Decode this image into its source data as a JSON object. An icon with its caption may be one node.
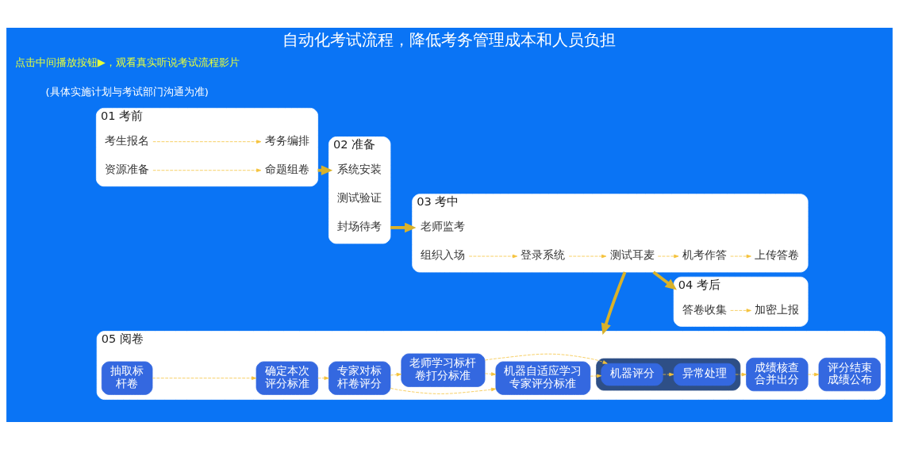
{
  "diagram": {
    "title": "自动化考试流程，降低考务管理成本和人员负担",
    "nodes": [
      {
        "text": [
          "01 考前"
        ]
      },
      {
        "text": [
          "考生报名"
        ],
        "in": 0
      },
      {
        "text": [
          "资源准备"
        ],
        "in": 0
      },
      {
        "text": [
          "考务编排"
        ],
        "in": 0
      },
      {
        "text": [
          "命题组卷"
        ],
        "in": 0
      },
      {
        "text": [
          "02 准备"
        ]
      },
      {
        "text": [
          "系统安装"
        ],
        "in": 5
      },
      {
        "text": [
          "测试验证"
        ],
        "in": 5
      },
      {
        "text": [
          "封场待考"
        ],
        "in": 5
      },
      {
        "text": [
          "03 考中"
        ]
      },
      {
        "text": [
          "老师监考"
        ],
        "in": 9
      },
      {
        "text": [
          "上传答卷"
        ],
        "in": 9
      },
      {
        "text": [
          "组织入场"
        ],
        "in": 9
      },
      {
        "text": [
          "机考作答"
        ],
        "in": 9
      },
      {
        "text": [
          "登录系统"
        ],
        "in": 9
      },
      {
        "text": [
          "测试耳麦"
        ],
        "in": 9
      },
      {
        "text": [
          "04 考后"
        ]
      },
      {
        "text": [
          "答卷收集"
        ],
        "in": 16
      },
      {
        "text": [
          "加密上报"
        ],
        "in": 16
      },
      {
        "text": [
          "05 阅卷"
        ]
      },
      {
        "text": [
          "抽取标杆卷"
        ],
        "in": 19
      },
      {
        "text": [
          "确定本次评分标准"
        ],
        "in": 19
      },
      {
        "text": [
          "专家对标杆卷评分"
        ],
        "in": 19
      },
      {
        "text": [
          "机器自适应学习专家评分标准"
        ],
        "in": 19
      },
      {
        "text": [
          "老师学习标杆卷打分标准"
        ],
        "in": 19
      },
      {
        "text": [],
        "shape": "picture",
        "in": 19
      },
      {
        "text": [
          "机器评分"
        ],
        "in": 25
      },
      {
        "text": [
          "异常处理"
        ],
        "in": 25
      },
      {
        "text": [
          "成绩核查合并出分"
        ],
        "in": 19
      },
      {
        "text": [
          "评分结束成绩公布"
        ],
        "in": 19
      }
    ],
    "edges": [
      {
        "from": 1,
        "to": 3,
        "arrow": "to",
        "style": "dashed"
      },
      {
        "from": 2,
        "to": 4,
        "arrow": "to",
        "style": "dashed"
      },
      {
        "from": 12,
        "to": 14,
        "arrow": "to",
        "style": "dashed"
      },
      {
        "from": 14,
        "to": 15,
        "arrow": "to",
        "style": "dashed"
      },
      {
        "from": 15,
        "to": 13,
        "arrow": "to",
        "style": "dashed"
      },
      {
        "from": 13,
        "to": 11,
        "arrow": "to",
        "style": "dashed"
      },
      {
        "from": 17,
        "to": 18,
        "arrow": "to",
        "style": "dashed"
      },
      {
        "from": 0,
        "to": 5,
        "arrow": "to",
        "style": "thick"
      },
      {
        "from": 5,
        "to": 9,
        "arrow": "to",
        "style": "thick"
      },
      {
        "from": 9,
        "to": 16,
        "arrow": "to",
        "style": "thick"
      },
      {
        "from": 9,
        "to": 19,
        "arrow": "to",
        "style": "thick",
        "color": "#d9b22a"
      },
      {
        "from": 20,
        "to": 21,
        "arrow": "to",
        "style": "dashed"
      },
      {
        "from": 21,
        "to": 22,
        "arrow": "to",
        "style": "dashed"
      },
      {
        "from": 22,
        "to": 23,
        "arrow": "to",
        "style": "dashed"
      },
      {
        "from": 22,
        "to": 24,
        "arrow": "to",
        "style": "dashed"
      },
      {
        "from": 24,
        "to": 23,
        "arrow": "to",
        "style": "dashed"
      },
      {
        "from": 23,
        "to": 26,
        "arrow": "to",
        "style": "dashed"
      },
      {
        "from": 24,
        "to": 26,
        "arrow": "to",
        "style": "dashed"
      },
      {
        "from": 26,
        "to": 27,
        "arrow": "to",
        "style": "dashed"
      },
      {
        "from": 27,
        "to": 28,
        "arrow": "to",
        "style": "dashed"
      },
      {
        "from": 28,
        "to": 29,
        "arrow": "to",
        "style": "dashed"
      }
    ],
    "labels": [
      "(具体实施计划与考试部门沟通为准)",
      "点击中间播放按钮▶，观看真实听说考试流程影片"
    ]
  }
}
